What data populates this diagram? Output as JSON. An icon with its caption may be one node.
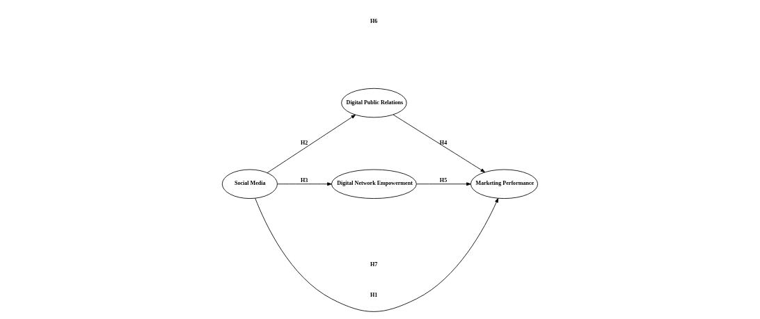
{
  "diagram": {
    "nodes": [
      {
        "text": [
          "Social Media"
        ]
      },
      {
        "text": [
          "Digital Public Relations"
        ]
      },
      {
        "text": [
          "Digital Network Empowerment"
        ]
      },
      {
        "text": [
          "Marketing Performance"
        ]
      }
    ],
    "edges": [
      {
        "from": 0,
        "to": 1,
        "arrow": "to",
        "label": "H2"
      },
      {
        "from": 0,
        "to": 3,
        "arrow": "to",
        "label": "H1"
      },
      {
        "from": 0,
        "to": 2,
        "arrow": "to",
        "label": "H3"
      },
      {
        "from": 1,
        "to": 3,
        "arrow": "to",
        "label": "H4"
      },
      {
        "from": 2,
        "to": 3,
        "arrow": "to",
        "label": "H5"
      }
    ],
    "labels": [
      "H6",
      "H7"
    ]
  }
}
